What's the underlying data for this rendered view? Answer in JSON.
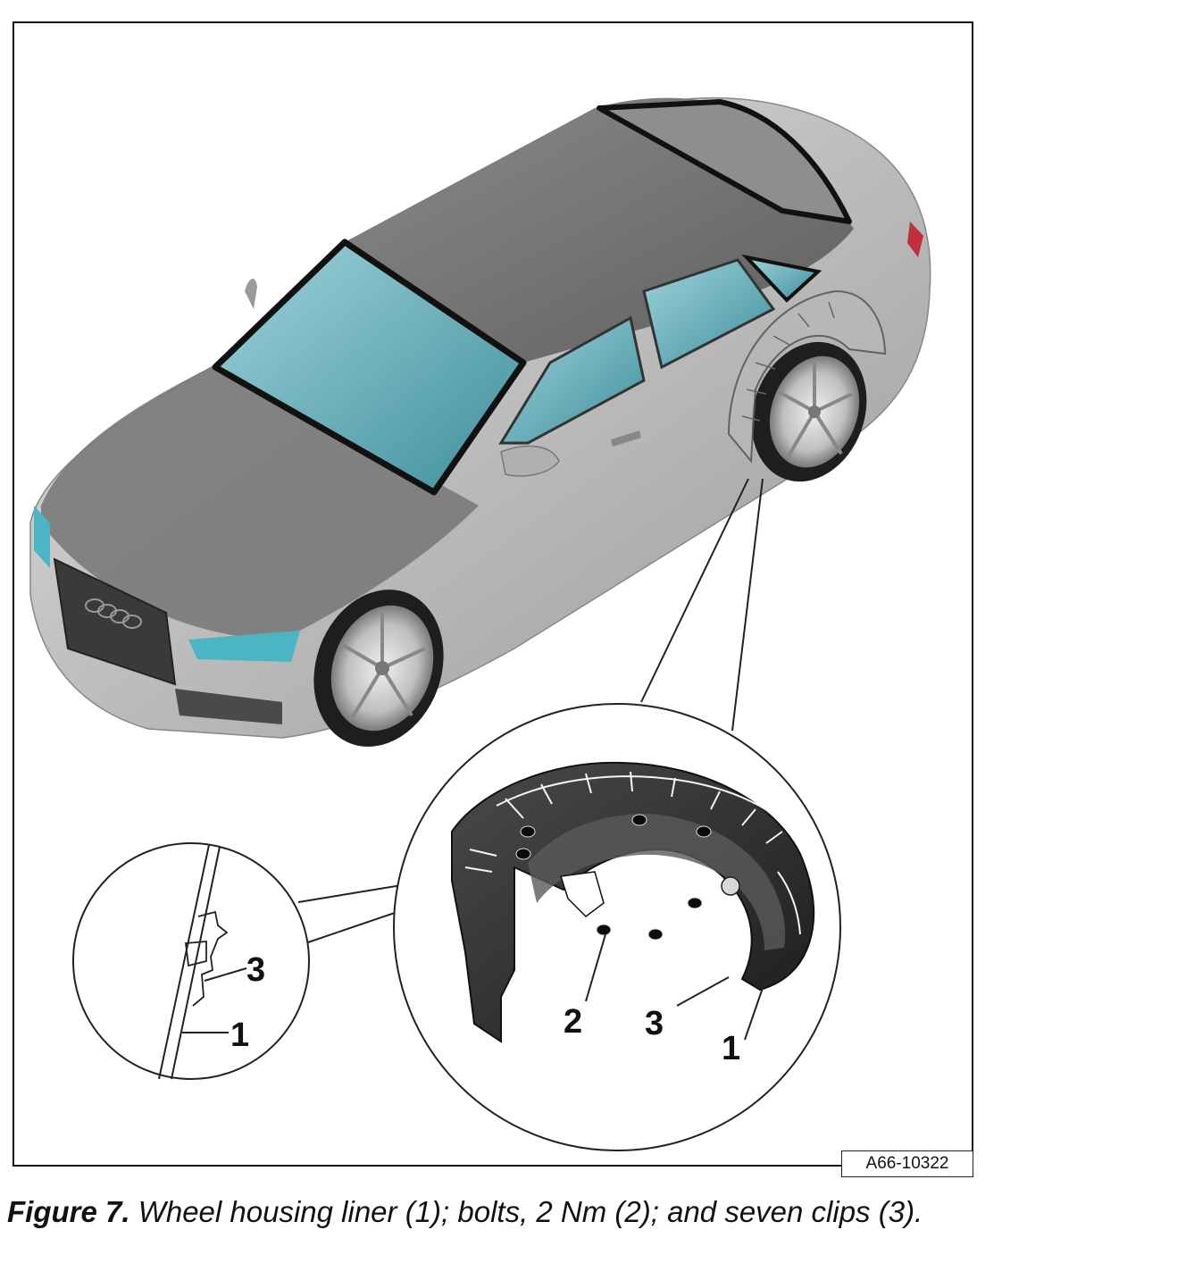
{
  "figure": {
    "code": "A66-10322",
    "callouts": {
      "liner": "1",
      "bolts": "2",
      "clips": "3"
    }
  },
  "caption": {
    "label": "Figure 7.",
    "text": " Wheel housing liner (1); bolts, 2 Nm (2); and seven clips (3)."
  },
  "colors": {
    "body_silver": "#c9c9c9",
    "roof_gray": "#6e6e6e",
    "glass_teal": "#6fb4c0",
    "liner_dark": "#2b2b2b"
  }
}
